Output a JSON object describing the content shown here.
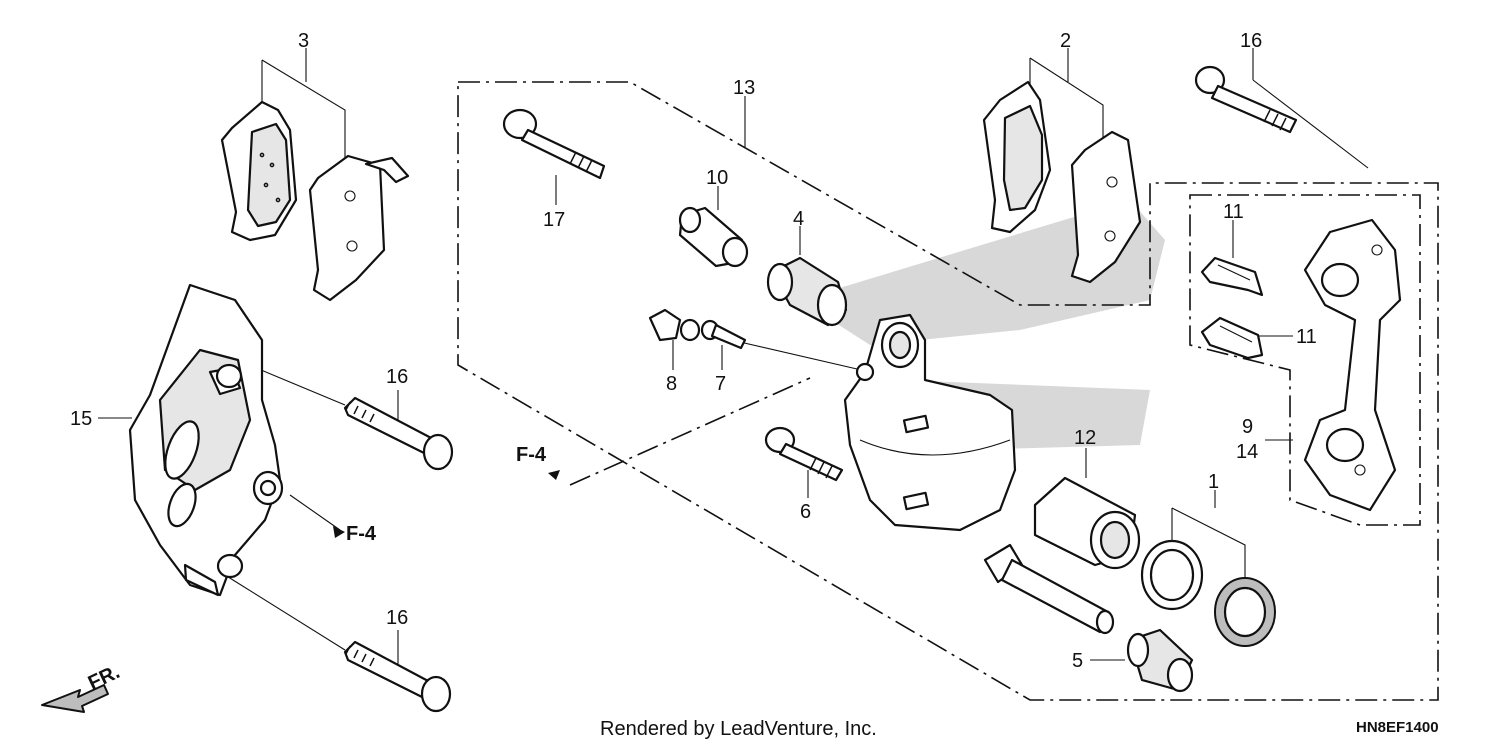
{
  "callouts": {
    "c1": "1",
    "c2": "2",
    "c3": "3",
    "c4": "4",
    "c5": "5",
    "c6": "6",
    "c7": "7",
    "c8": "8",
    "c9": "9",
    "c10": "10",
    "c11a": "11",
    "c11b": "11",
    "c12": "12",
    "c13": "13",
    "c14": "14",
    "c15": "15",
    "c16a": "16",
    "c16b": "16",
    "c16c": "16",
    "c17": "17"
  },
  "references": {
    "f4_left": "F-4",
    "f4_center": "F-4",
    "front": "FR."
  },
  "footer": {
    "rendered_by": "Rendered by LeadVenture, Inc.",
    "diagram_code": "HN8EF1400"
  }
}
